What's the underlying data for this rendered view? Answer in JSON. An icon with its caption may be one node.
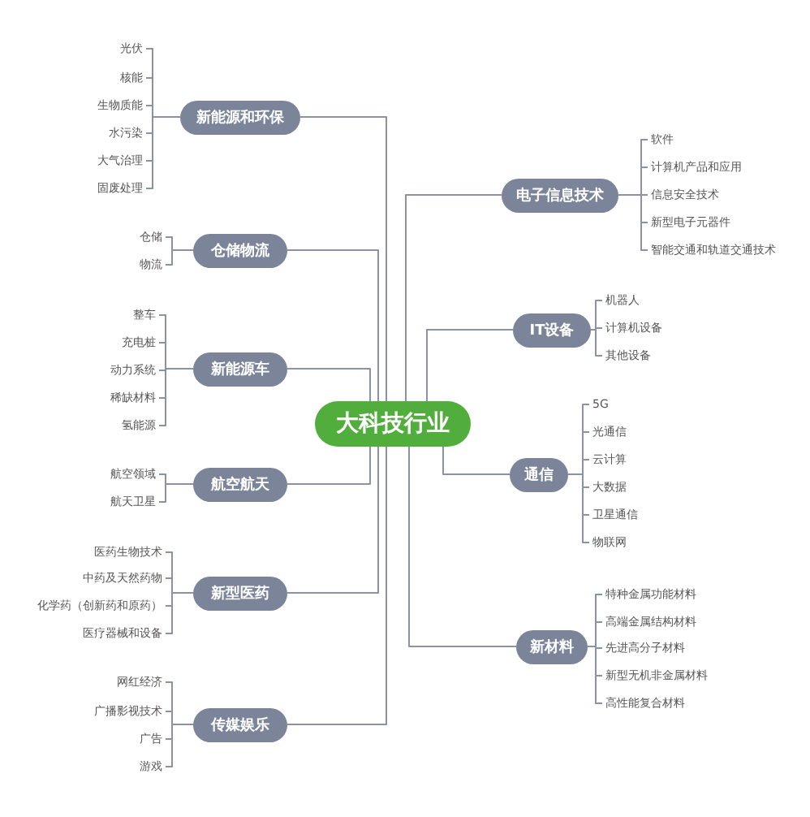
{
  "diagram": {
    "nodes": [
      {
        "text": [
          "大科技行业"
        ]
      },
      {
        "text": [
          "新能源和环保"
        ]
      },
      {
        "text": [
          "光伏"
        ]
      },
      {
        "text": [
          "核能"
        ]
      },
      {
        "text": [
          "生物质能"
        ]
      },
      {
        "text": [
          "水污染"
        ]
      },
      {
        "text": [
          "大气治理"
        ]
      },
      {
        "text": [
          "固废处理"
        ]
      },
      {
        "text": [
          "仓储物流"
        ]
      },
      {
        "text": [
          "仓储"
        ]
      },
      {
        "text": [
          "物流"
        ]
      },
      {
        "text": [
          "新能源车"
        ]
      },
      {
        "text": [
          "整车"
        ]
      },
      {
        "text": [
          "充电桩"
        ]
      },
      {
        "text": [
          "动力系统"
        ]
      },
      {
        "text": [
          "稀缺材料"
        ]
      },
      {
        "text": [
          "氢能源"
        ]
      },
      {
        "text": [
          "航空航天"
        ]
      },
      {
        "text": [
          "航空领域"
        ]
      },
      {
        "text": [
          "航天卫星"
        ]
      },
      {
        "text": [
          "新型医药"
        ]
      },
      {
        "text": [
          "医药生物技术"
        ]
      },
      {
        "text": [
          "中药及天然药物"
        ]
      },
      {
        "text": [
          "化学药（创新药和原药）"
        ]
      },
      {
        "text": [
          "医疗器械和设备"
        ]
      },
      {
        "text": [
          "传媒娱乐"
        ]
      },
      {
        "text": [
          "网红经济"
        ]
      },
      {
        "text": [
          "广播影视技术"
        ]
      },
      {
        "text": [
          "广告"
        ]
      },
      {
        "text": [
          "游戏"
        ]
      },
      {
        "text": [
          "电子信息技术"
        ]
      },
      {
        "text": [
          "软件"
        ]
      },
      {
        "text": [
          "计算机产品和应用"
        ]
      },
      {
        "text": [
          "信息安全技术"
        ]
      },
      {
        "text": [
          "新型电子元器件"
        ]
      },
      {
        "text": [
          "智能交通和轨道交通技术"
        ]
      },
      {
        "text": [
          "IT设备"
        ]
      },
      {
        "text": [
          "机器人"
        ]
      },
      {
        "text": [
          "计算机设备"
        ]
      },
      {
        "text": [
          "其他设备"
        ]
      },
      {
        "text": [
          "通信"
        ]
      },
      {
        "text": [
          "5G"
        ]
      },
      {
        "text": [
          "光通信"
        ]
      },
      {
        "text": [
          "云计算"
        ]
      },
      {
        "text": [
          "大数据"
        ]
      },
      {
        "text": [
          "卫星通信"
        ]
      },
      {
        "text": [
          "物联网"
        ]
      },
      {
        "text": [
          "新材料"
        ]
      },
      {
        "text": [
          "特种金属功能材料"
        ]
      },
      {
        "text": [
          "高端金属结构材料"
        ]
      },
      {
        "text": [
          "先进高分子材料"
        ]
      },
      {
        "text": [
          "新型无机非金属材料"
        ]
      },
      {
        "text": [
          "高性能复合材料"
        ]
      }
    ],
    "edges": [
      {
        "from": 0,
        "to": 1,
        "arrow": "none"
      },
      {
        "from": 1,
        "to": 2,
        "arrow": "none"
      },
      {
        "from": 1,
        "to": 3,
        "arrow": "none"
      },
      {
        "from": 1,
        "to": 4,
        "arrow": "none"
      },
      {
        "from": 1,
        "to": 5,
        "arrow": "none"
      },
      {
        "from": 1,
        "to": 6,
        "arrow": "none"
      },
      {
        "from": 1,
        "to": 7,
        "arrow": "none"
      },
      {
        "from": 0,
        "to": 8,
        "arrow": "none"
      },
      {
        "from": 8,
        "to": 9,
        "arrow": "none"
      },
      {
        "from": 8,
        "to": 10,
        "arrow": "none"
      },
      {
        "from": 0,
        "to": 11,
        "arrow": "none"
      },
      {
        "from": 11,
        "to": 12,
        "arrow": "none"
      },
      {
        "from": 11,
        "to": 13,
        "arrow": "none"
      },
      {
        "from": 11,
        "to": 14,
        "arrow": "none"
      },
      {
        "from": 11,
        "to": 15,
        "arrow": "none"
      },
      {
        "from": 11,
        "to": 16,
        "arrow": "none"
      },
      {
        "from": 0,
        "to": 17,
        "arrow": "none"
      },
      {
        "from": 17,
        "to": 18,
        "arrow": "none"
      },
      {
        "from": 17,
        "to": 19,
        "arrow": "none"
      },
      {
        "from": 0,
        "to": 20,
        "arrow": "none"
      },
      {
        "from": 20,
        "to": 21,
        "arrow": "none"
      },
      {
        "from": 20,
        "to": 22,
        "arrow": "none"
      },
      {
        "from": 20,
        "to": 23,
        "arrow": "none"
      },
      {
        "from": 20,
        "to": 24,
        "arrow": "none"
      },
      {
        "from": 0,
        "to": 25,
        "arrow": "none"
      },
      {
        "from": 25,
        "to": 26,
        "arrow": "none"
      },
      {
        "from": 25,
        "to": 27,
        "arrow": "none"
      },
      {
        "from": 25,
        "to": 28,
        "arrow": "none"
      },
      {
        "from": 25,
        "to": 29,
        "arrow": "none"
      },
      {
        "from": 0,
        "to": 30,
        "arrow": "none"
      },
      {
        "from": 30,
        "to": 31,
        "arrow": "none"
      },
      {
        "from": 30,
        "to": 32,
        "arrow": "none"
      },
      {
        "from": 30,
        "to": 33,
        "arrow": "none"
      },
      {
        "from": 30,
        "to": 34,
        "arrow": "none"
      },
      {
        "from": 30,
        "to": 35,
        "arrow": "none"
      },
      {
        "from": 0,
        "to": 36,
        "arrow": "none"
      },
      {
        "from": 36,
        "to": 37,
        "arrow": "none"
      },
      {
        "from": 36,
        "to": 38,
        "arrow": "none"
      },
      {
        "from": 36,
        "to": 39,
        "arrow": "none"
      },
      {
        "from": 0,
        "to": 40,
        "arrow": "none"
      },
      {
        "from": 40,
        "to": 41,
        "arrow": "none"
      },
      {
        "from": 40,
        "to": 42,
        "arrow": "none"
      },
      {
        "from": 40,
        "to": 43,
        "arrow": "none"
      },
      {
        "from": 40,
        "to": 44,
        "arrow": "none"
      },
      {
        "from": 40,
        "to": 45,
        "arrow": "none"
      },
      {
        "from": 40,
        "to": 46,
        "arrow": "none"
      },
      {
        "from": 0,
        "to": 47,
        "arrow": "none"
      },
      {
        "from": 47,
        "to": 48,
        "arrow": "none"
      },
      {
        "from": 47,
        "to": 49,
        "arrow": "none"
      },
      {
        "from": 47,
        "to": 50,
        "arrow": "none"
      },
      {
        "from": 47,
        "to": 51,
        "arrow": "none"
      },
      {
        "from": 47,
        "to": 52,
        "arrow": "none"
      }
    ]
  }
}
